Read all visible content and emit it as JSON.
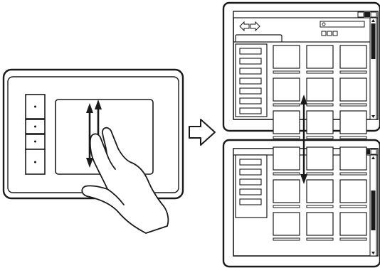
{
  "colors": {
    "ink": "#1a1a1a",
    "window_fill": "#ffffff",
    "scrollbar_track": "#ffffff"
  },
  "icons": {
    "transition": "right-arrow-icon",
    "gesture": "two-finger-vertical-scroll-icon",
    "scroll_indicator": "double-headed-vertical-arrow-icon"
  },
  "tablet": {
    "express_key_count": 4
  },
  "monitor_top": {
    "sidebar_item_count": 7,
    "thumb_rows": 3,
    "thumb_cols": 3,
    "scroll_position": 0.0
  },
  "monitor_bottom": {
    "sidebar_item_count": 5,
    "thumb_rows": 3,
    "thumb_cols": 3,
    "scroll_position": 0.6
  }
}
